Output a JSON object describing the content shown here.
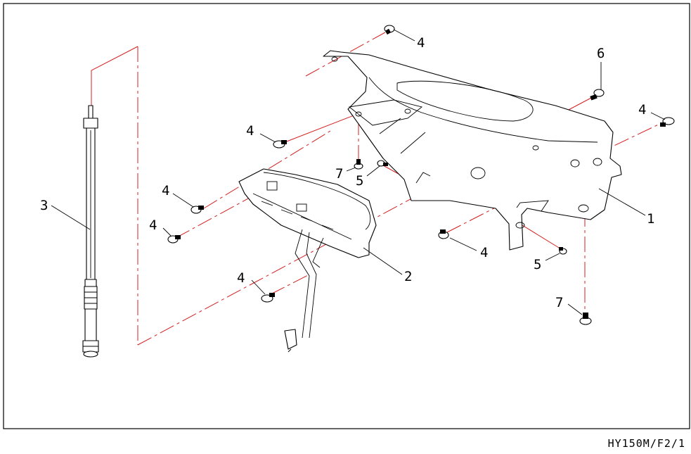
{
  "drawing_code": "HY150M/F2/1",
  "callouts": {
    "part_1": "1",
    "part_2": "2",
    "part_3": "3",
    "part_4": "4",
    "part_5": "5",
    "part_6": "6",
    "part_7": "7"
  },
  "colors": {
    "line": "#000000",
    "assembly_lines": "#d42020",
    "background": "#ffffff"
  }
}
